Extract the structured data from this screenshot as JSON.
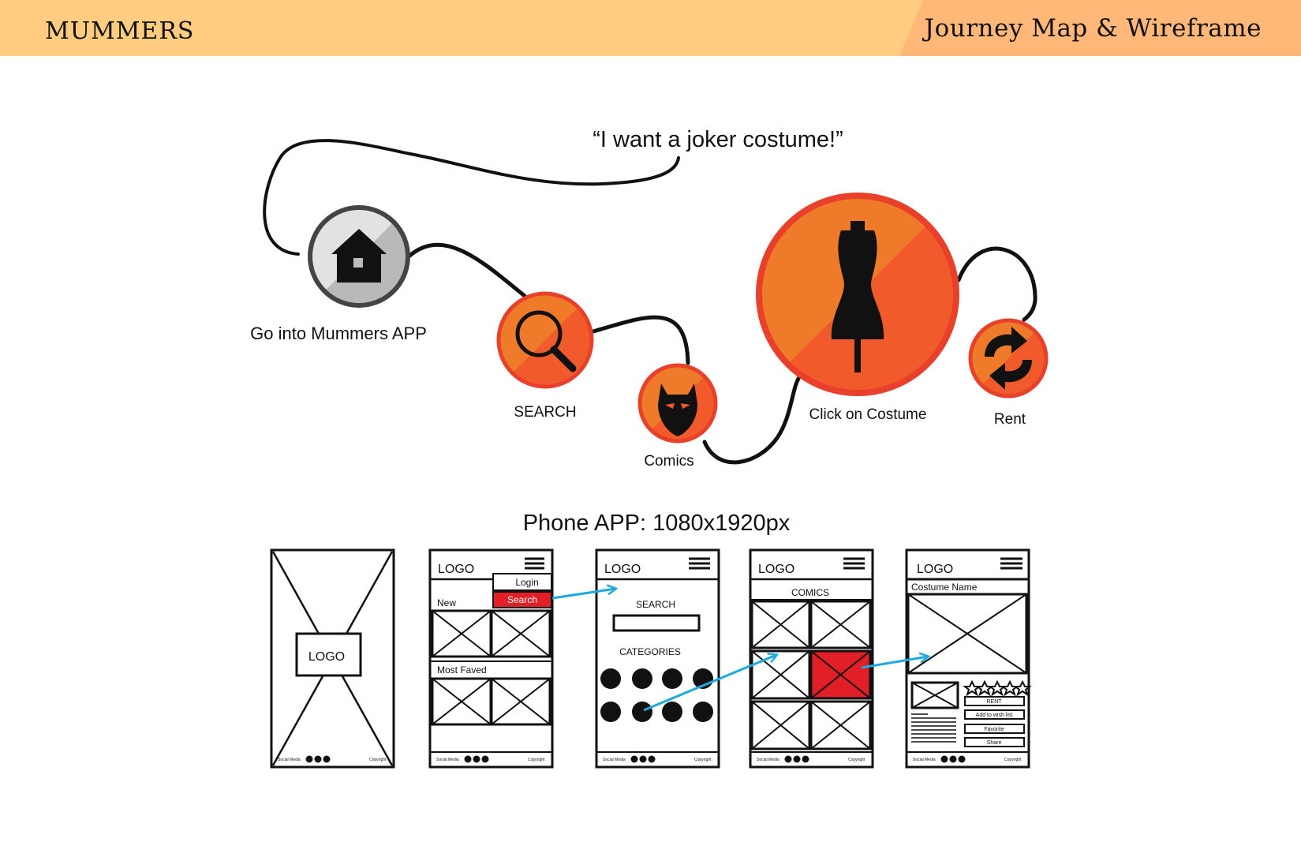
{
  "header": {
    "brand": "MUMMERS",
    "title": "Journey Map & Wireframe",
    "color_bar": "#ffcc80",
    "color_tab": "#ffb877"
  },
  "journey": {
    "quote": "“I want a joker costume!”",
    "steps": [
      {
        "label": "Go into Mummers APP",
        "icon": "house-icon"
      },
      {
        "label": "SEARCH",
        "icon": "magnifier-icon"
      },
      {
        "label": "Comics",
        "icon": "batman-mask-icon"
      },
      {
        "label": "Click on Costume",
        "icon": "dress-form-icon"
      },
      {
        "label": "Rent",
        "icon": "refresh-arrows-icon"
      }
    ],
    "colors": {
      "orange": "#f15a2b",
      "orange_light": "#ef7a2a",
      "grey": "#c7c7c7",
      "ring": "#444444",
      "arrow": "#1ba9e1",
      "highlight": "#e21f26"
    }
  },
  "wireframes": {
    "title": "Phone APP: 1080x1920px",
    "screens": [
      {
        "logo": "LOGO",
        "footer_left": "Social Media",
        "footer_right": "Copyright"
      },
      {
        "logo": "LOGO",
        "menu": [
          "Login",
          "Search"
        ],
        "sections": [
          "New",
          "Most Faved"
        ],
        "footer_left": "Social Media",
        "footer_right": "Copyright"
      },
      {
        "logo": "LOGO",
        "search_label": "SEARCH",
        "categories_label": "CATEGORIES",
        "footer_left": "Social Media",
        "footer_right": "Copyright"
      },
      {
        "logo": "LOGO",
        "heading": "COMICS",
        "footer_left": "Social Media",
        "footer_right": "Copyright"
      },
      {
        "logo": "LOGO",
        "heading": "Costume Name",
        "buttons": [
          "RENT",
          "Add to wish list",
          "Favorite",
          "Share"
        ],
        "footer_left": "Social Media",
        "footer_right": "Copyright"
      }
    ]
  }
}
